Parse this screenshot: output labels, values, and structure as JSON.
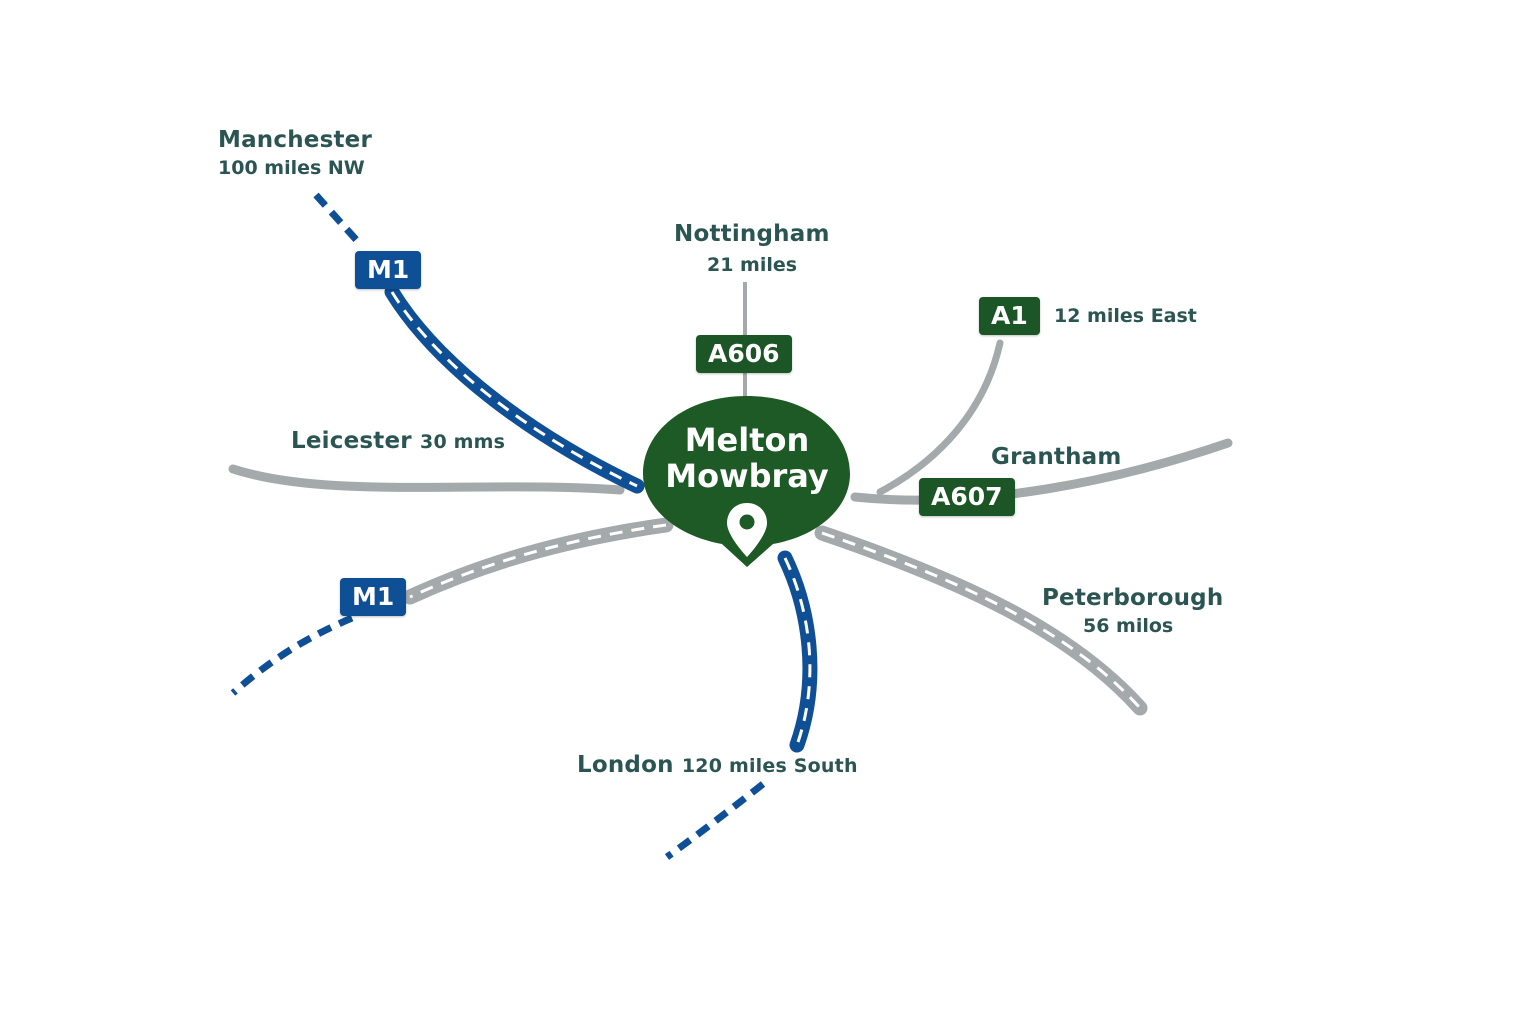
{
  "center": {
    "name_line1": "Melton",
    "name_line2": "Mowbray",
    "fill_color": "#1d5a26",
    "icon": "location-pin-icon"
  },
  "colors": {
    "motorway_road": "#0f4f96",
    "secondary_road": "#a4a9ab",
    "motorway_shield": "#0f4f96",
    "primary_shield": "#1d5626",
    "label_text": "#2b5552"
  },
  "destinations": {
    "manchester": {
      "name": "Manchester",
      "distance": "100 miles NW"
    },
    "nottingham": {
      "name": "Nottingham",
      "distance": "21 miles"
    },
    "a1": {
      "distance": "12 miles East"
    },
    "leicester": {
      "name": "Leicester",
      "distance": "30 mms"
    },
    "grantham": {
      "name": "Grantham"
    },
    "peterborough": {
      "name": "Peterborough",
      "distance": "56 milos"
    },
    "london": {
      "name": "London",
      "distance": "120 miles South"
    }
  },
  "road_shields": {
    "m1_north": "M1",
    "m1_south": "M1",
    "a606": "A606",
    "a1": "A1",
    "a607": "A607"
  }
}
